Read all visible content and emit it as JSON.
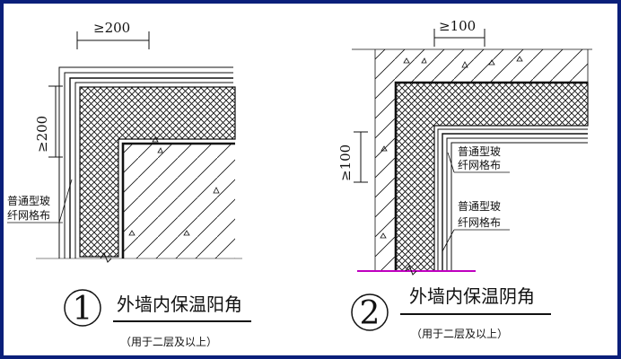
{
  "detail1": {
    "dim_top": "≥200",
    "dim_side": "≥200",
    "callout": [
      "普通型玻",
      "纤网格布"
    ],
    "number": "1",
    "title": "外墙内保温阳角",
    "note": "（用于二层及以上）"
  },
  "detail2": {
    "dim_top": "≥100",
    "dim_side": "≥100",
    "callout1": [
      "普通型玻",
      "纤网格布"
    ],
    "callout2": [
      "普通型玻",
      "纤网格布"
    ],
    "number": "2",
    "title": "外墙内保温阴角",
    "note": "（用于二层及以上）"
  },
  "colors": {
    "frame": "#0a1f7a",
    "marker": "#c000c0"
  }
}
